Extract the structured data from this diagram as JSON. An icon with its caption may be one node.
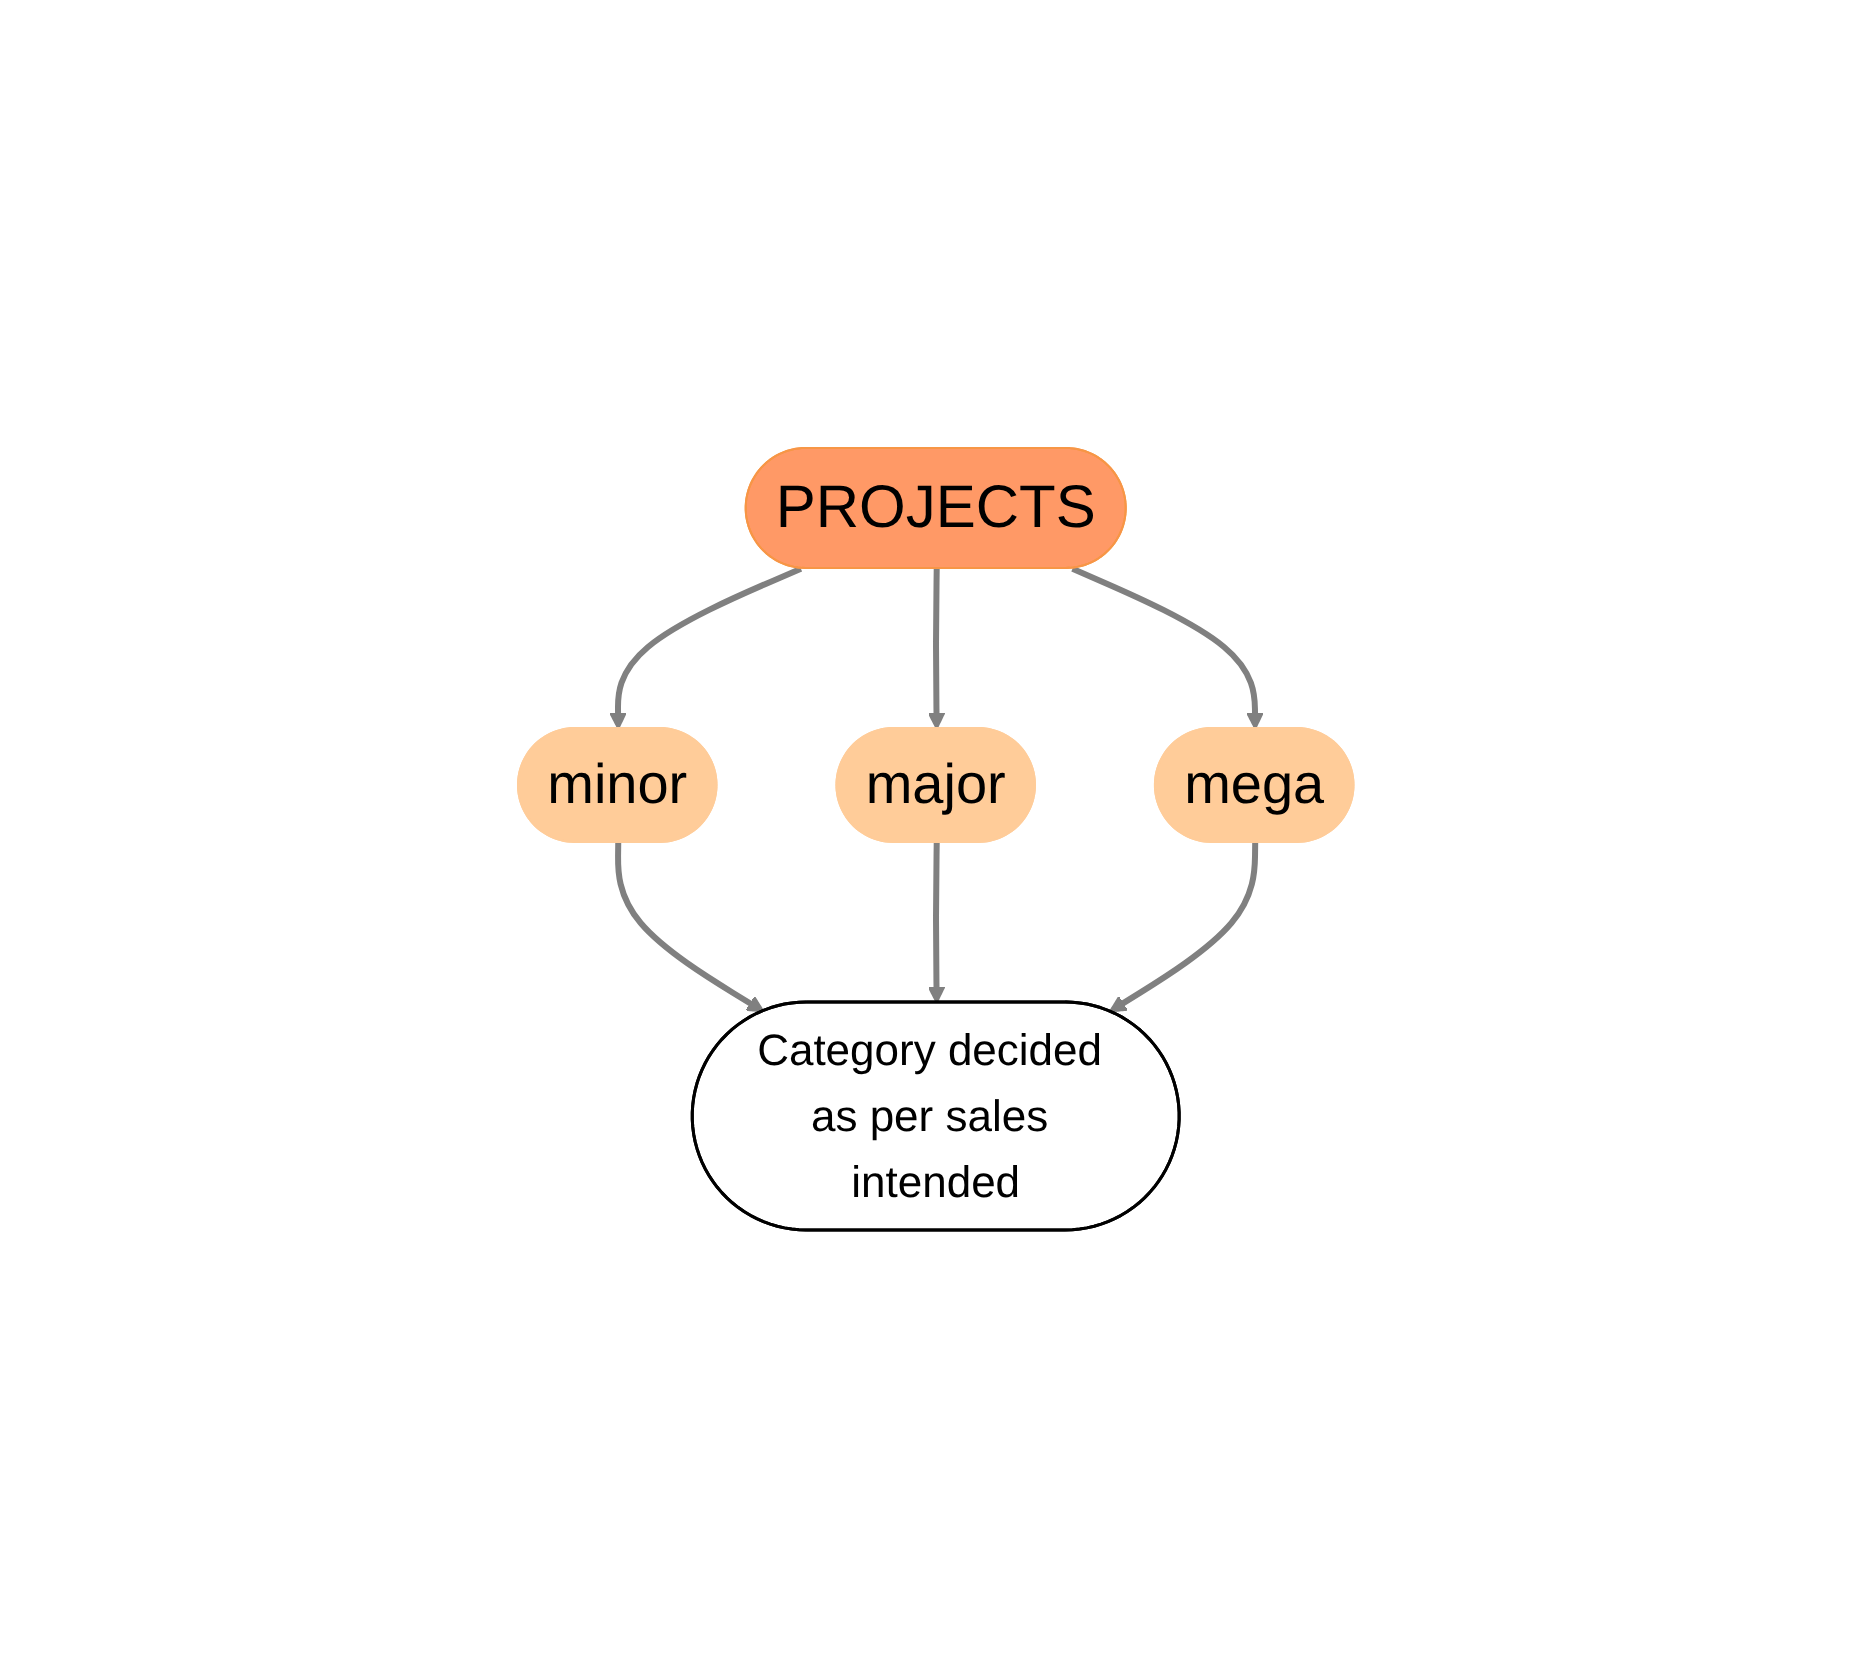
{
  "diagram": {
    "nodes": [
      {
        "text": [
          "PROJECTS"
        ]
      },
      {
        "text": [
          "minor"
        ]
      },
      {
        "text": [
          "major"
        ]
      },
      {
        "text": [
          "mega"
        ]
      },
      {
        "text": [
          "Category decided as per sales intended"
        ]
      }
    ],
    "edges": [
      {
        "from": 0,
        "to": 1,
        "arrow": "to"
      },
      {
        "from": 0,
        "to": 2,
        "arrow": "to"
      },
      {
        "from": 0,
        "to": 3,
        "arrow": "to"
      },
      {
        "from": 1,
        "to": 4,
        "arrow": "to"
      },
      {
        "from": 2,
        "to": 4,
        "arrow": "to"
      },
      {
        "from": 3,
        "to": 4,
        "arrow": "to"
      }
    ]
  }
}
